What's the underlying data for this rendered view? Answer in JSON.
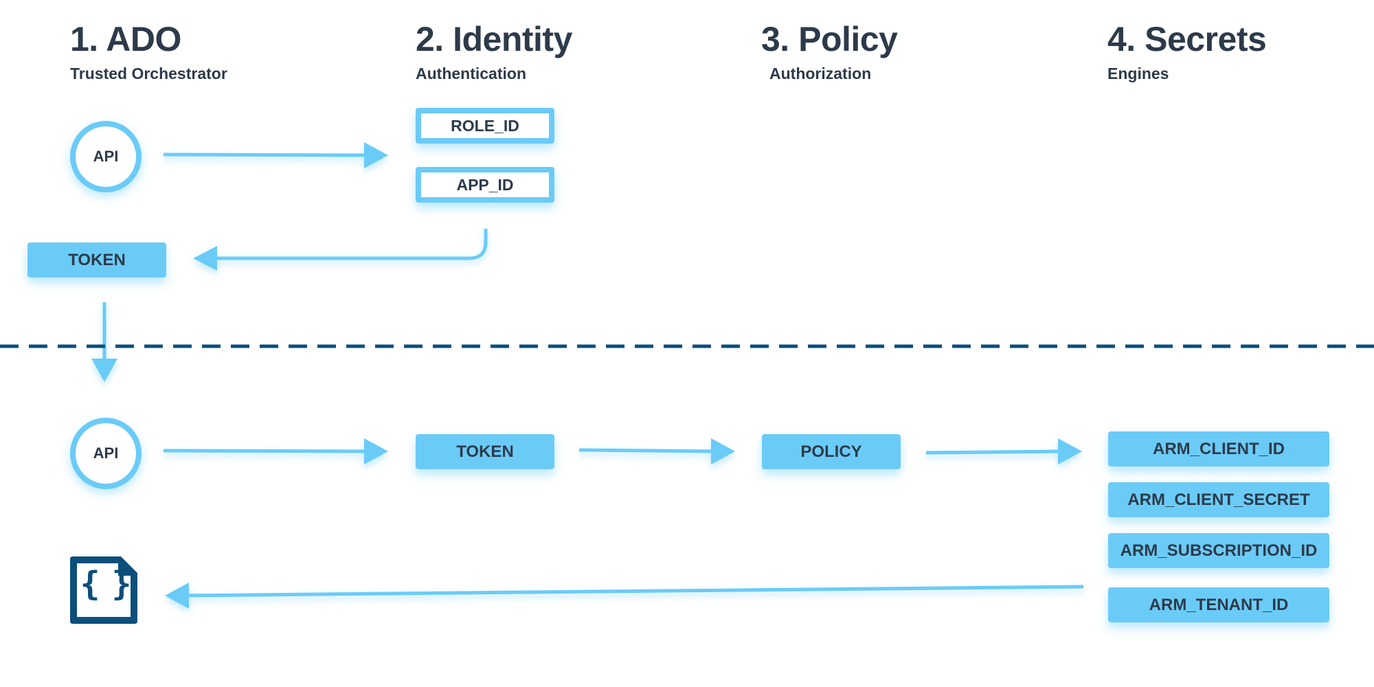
{
  "columns": [
    {
      "title": "1. ADO",
      "subtitle": "Trusted Orchestrator"
    },
    {
      "title": "2. Identity",
      "subtitle": "Authentication"
    },
    {
      "title": "3. Policy",
      "subtitle": "Authorization"
    },
    {
      "title": "4. Secrets",
      "subtitle": "Engines"
    }
  ],
  "top_flow": {
    "api_label": "API",
    "role_id": "ROLE_ID",
    "app_id": "APP_ID",
    "token": "TOKEN"
  },
  "bottom_flow": {
    "api_label": "API",
    "token": "TOKEN",
    "policy": "POLICY",
    "secrets": [
      "ARM_CLIENT_ID",
      "ARM_CLIENT_SECRET",
      "ARM_SUBSCRIPTION_ID",
      "ARM_TENANT_ID"
    ],
    "json_file_icon": "json-file-icon",
    "json_glyph": "{ }"
  },
  "colors": {
    "accent": "#6bcbf7",
    "divider": "#0b4f7a",
    "text": "#2d3a4a"
  }
}
